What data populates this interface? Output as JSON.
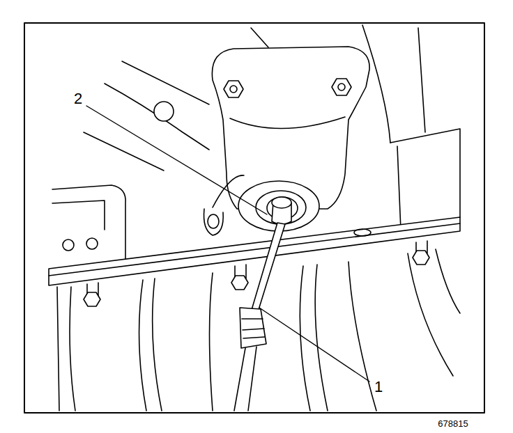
{
  "diagram": {
    "labels": [
      "2",
      "1",
      "678815"
    ]
  }
}
